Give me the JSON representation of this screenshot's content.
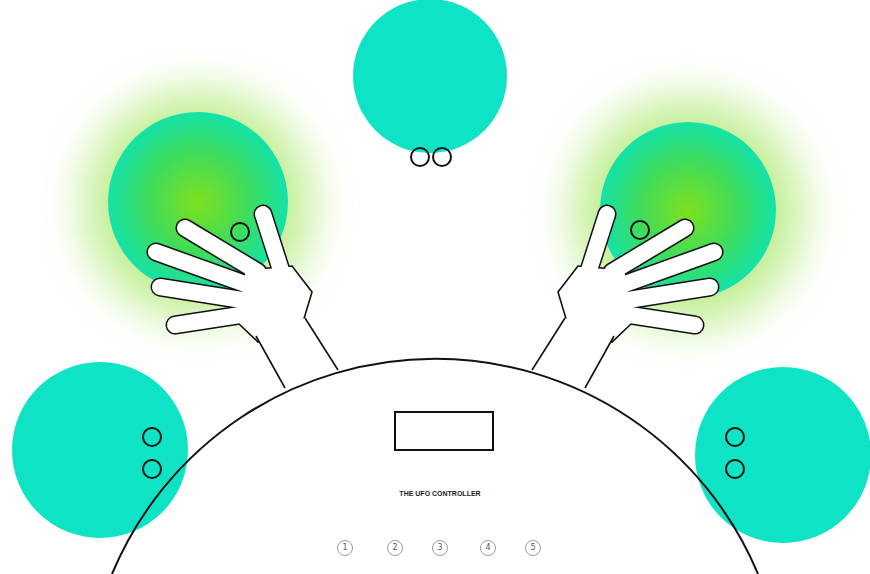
{
  "diagram": {
    "nodes": [
      {
        "text": [
          "1"
        ]
      },
      {
        "text": [
          "2"
        ]
      },
      {
        "text": [
          "3"
        ]
      },
      {
        "text": [
          "4"
        ]
      },
      {
        "text": [
          "5"
        ]
      }
    ],
    "labels": [
      "THE UFO CONTROLLER"
    ]
  }
}
